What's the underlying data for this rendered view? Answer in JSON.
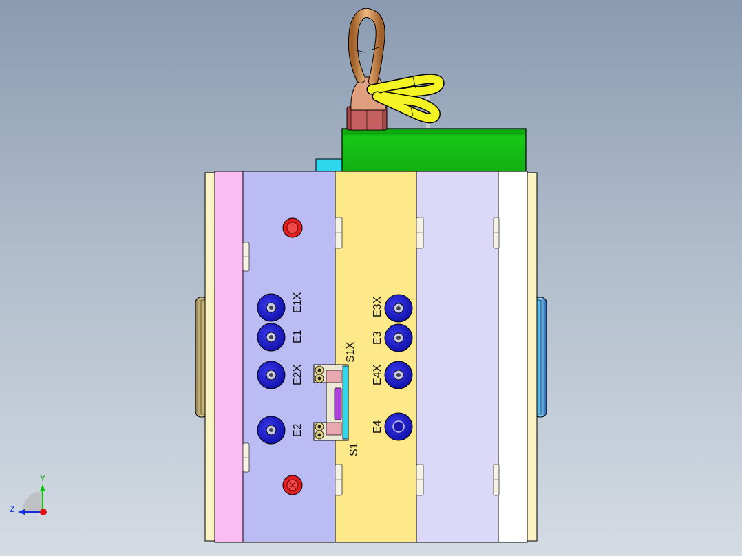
{
  "viewport": {
    "background_top": "#8a9bb1",
    "background_bottom": "#d4dbe3"
  },
  "model": {
    "colors": {
      "pink_plate": "#fbbcf4",
      "lavender_plate": "#bcbcf4",
      "yellow_plate": "#fde98a",
      "light_lavender_plate": "#dcd8f8",
      "white_plate": "#ffffff",
      "clamp_plate": "#fcf3c4",
      "green_block": "#15c215",
      "cyan_part": "#2ed6ee",
      "water_port": "#1a1ad6",
      "screw_red": "#e02020",
      "sling_yellow": "#f0f020",
      "eyebolt_copper": "#d08850",
      "nut": "#a04040"
    },
    "labels": {
      "e1x": "E1X",
      "e1": "E1",
      "e2x": "E2X",
      "e2": "E2",
      "s1x": "S1X",
      "s1": "S1",
      "e3x": "E3X",
      "e3": "E3",
      "e4x": "E4X",
      "e4": "E4"
    }
  },
  "triad": {
    "y_label": "Y",
    "z_label": "Z",
    "y_color": "#10c010",
    "z_color": "#1030e0",
    "x_color": "#e01010"
  }
}
